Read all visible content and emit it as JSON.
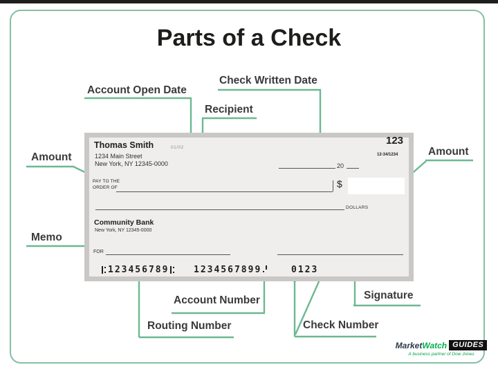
{
  "title": "Parts of a Check",
  "labels": {
    "account_open_date": "Account Open Date",
    "check_written_date": "Check Written Date",
    "recipient": "Recipient",
    "amount_left": "Amount",
    "amount_right": "Amount",
    "memo": "Memo",
    "signature": "Signature",
    "account_number": "Account Number",
    "routing_number": "Routing Number",
    "check_number": "Check Number"
  },
  "check": {
    "payer_name": "Thomas Smith",
    "payer_address_line1": "1234 Main Street",
    "payer_address_line2": "New York, NY 12345-0000",
    "account_open_date_value": "01/02",
    "check_number_top": "123",
    "fractional_routing": "12-34/1234",
    "date_year_prefix": "20",
    "pay_to_line1": "PAY TO THE",
    "pay_to_line2": "ORDER OF",
    "dollar_sign": "$",
    "dollars_label": "DOLLARS",
    "bank_name": "Community Bank",
    "bank_address": "New York, NY 12345-0000",
    "memo_field_label": "FOR",
    "micr_routing": "123456789",
    "micr_account": "1234567899",
    "micr_check": "0123"
  },
  "branding": {
    "brand_part1": "Market",
    "brand_part2": "Watch",
    "brand_badge": "GUIDES",
    "tagline": "A business partner of Dow Jones"
  },
  "colors": {
    "accent_green": "#12a156",
    "line_green": "#6cb890",
    "frame_green": "#85bfa1",
    "check_border_gray": "#c9c8c6",
    "check_bg": "#efeeec",
    "brand_green": "#00b04f",
    "brand_dark": "#2c3a45"
  }
}
